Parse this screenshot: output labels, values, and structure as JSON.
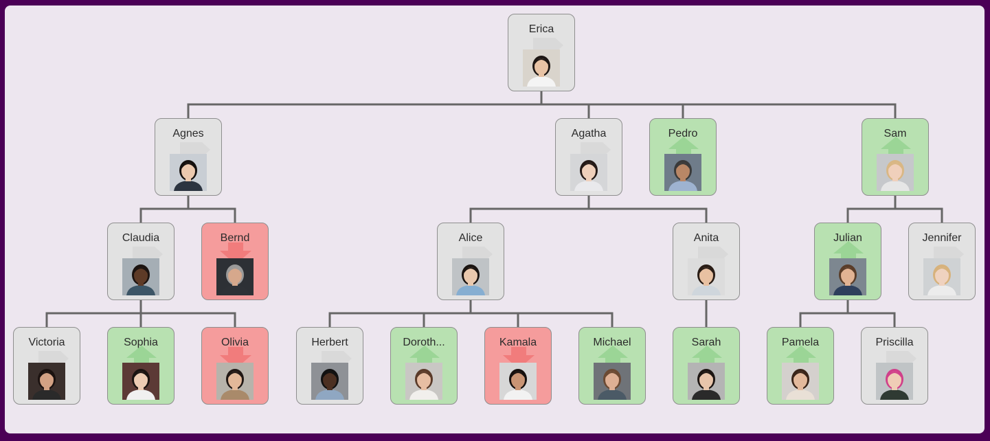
{
  "colors": {
    "neutral": "#e2e2e2",
    "up": "#b8e1b1",
    "down": "#f59c9c",
    "connector": "#666666"
  },
  "nodes": [
    {
      "id": "erica",
      "name": "Erica",
      "status": "neutral",
      "parent": null,
      "photo": {
        "bg": "#d9d4cc",
        "skin": "#e8c3a5",
        "hair": "#1e1714",
        "shirt": "#f4f4f4"
      }
    },
    {
      "id": "agnes",
      "name": "Agnes",
      "status": "neutral",
      "parent": "erica",
      "photo": {
        "bg": "#c9ced4",
        "skin": "#ecc9ae",
        "hair": "#15100e",
        "shirt": "#2c3440"
      }
    },
    {
      "id": "agatha",
      "name": "Agatha",
      "status": "neutral",
      "parent": "erica",
      "photo": {
        "bg": "#d5d6d8",
        "skin": "#efd0bb",
        "hair": "#241a17",
        "shirt": "#e9e9ec"
      }
    },
    {
      "id": "pedro",
      "name": "Pedro",
      "status": "up",
      "parent": "erica",
      "photo": {
        "bg": "#6f7c8a",
        "skin": "#b98766",
        "hair": "#3a3a3a",
        "shirt": "#9eb3d0"
      }
    },
    {
      "id": "sam",
      "name": "Sam",
      "status": "up",
      "parent": "erica",
      "photo": {
        "bg": "#c6c8cb",
        "skin": "#f0d0bb",
        "hair": "#d9b784",
        "shirt": "#e6e6e6"
      }
    },
    {
      "id": "claudia",
      "name": "Claudia",
      "status": "neutral",
      "parent": "agnes",
      "photo": {
        "bg": "#a5aeb5",
        "skin": "#5e3b27",
        "hair": "#1c1411",
        "shirt": "#3c5566"
      }
    },
    {
      "id": "bernd",
      "name": "Bernd",
      "status": "down",
      "parent": "agnes",
      "photo": {
        "bg": "#2d3035",
        "skin": "#d6a88c",
        "hair": "#9a9a9a",
        "shirt": "#2e3136"
      }
    },
    {
      "id": "alice",
      "name": "Alice",
      "status": "neutral",
      "parent": "agatha",
      "photo": {
        "bg": "#bfc3c6",
        "skin": "#eac9ae",
        "hair": "#1a1411",
        "shirt": "#86aed1"
      }
    },
    {
      "id": "anita",
      "name": "Anita",
      "status": "neutral",
      "parent": "agatha",
      "photo": {
        "bg": "#dcdcdc",
        "skin": "#e8c1a2",
        "hair": "#2a1d16",
        "shirt": "#cfd6dc"
      }
    },
    {
      "id": "julian",
      "name": "Julian",
      "status": "up",
      "parent": "sam",
      "photo": {
        "bg": "#7d8790",
        "skin": "#e2b393",
        "hair": "#5a3d29",
        "shirt": "#2e3f5c"
      }
    },
    {
      "id": "jennifer",
      "name": "Jennifer",
      "status": "neutral",
      "parent": "sam",
      "photo": {
        "bg": "#cfd2d4",
        "skin": "#efd2bf",
        "hair": "#d7b27c",
        "shirt": "#ececec"
      }
    },
    {
      "id": "victoria",
      "name": "Victoria",
      "status": "neutral",
      "parent": "claudia",
      "photo": {
        "bg": "#3a2f2c",
        "skin": "#d3a184",
        "hair": "#1b1210",
        "shirt": "#2a2a2a"
      }
    },
    {
      "id": "sophia",
      "name": "Sophia",
      "status": "up",
      "parent": "claudia",
      "photo": {
        "bg": "#5c3a36",
        "skin": "#eccbb3",
        "hair": "#1a1311",
        "shirt": "#f0f0f0"
      }
    },
    {
      "id": "olivia",
      "name": "Olivia",
      "status": "down",
      "parent": "claudia",
      "photo": {
        "bg": "#b7b3ab",
        "skin": "#e2b899",
        "hair": "#211815",
        "shirt": "#a98a6a"
      }
    },
    {
      "id": "herbert",
      "name": "Herbert",
      "status": "neutral",
      "parent": "alice",
      "photo": {
        "bg": "#8e9196",
        "skin": "#4c3022",
        "hair": "#111111",
        "shirt": "#8fa7c2"
      }
    },
    {
      "id": "dorothy",
      "name": "Doroth...",
      "status": "up",
      "parent": "alice",
      "photo": {
        "bg": "#c9c7c4",
        "skin": "#e7bea3",
        "hair": "#5a3b2a",
        "shirt": "#f1efec"
      }
    },
    {
      "id": "kamala",
      "name": "Kamala",
      "status": "down",
      "parent": "alice",
      "photo": {
        "bg": "#d7d7d7",
        "skin": "#c99474",
        "hair": "#17110f",
        "shirt": "#f2f2f2"
      }
    },
    {
      "id": "michael",
      "name": "Michael",
      "status": "up",
      "parent": "alice",
      "photo": {
        "bg": "#6f7378",
        "skin": "#deb094",
        "hair": "#6b4a33",
        "shirt": "#4b5a66"
      }
    },
    {
      "id": "sarah",
      "name": "Sarah",
      "status": "up",
      "parent": "anita",
      "photo": {
        "bg": "#b4b4b4",
        "skin": "#e8c5ab",
        "hair": "#1d1613",
        "shirt": "#2a2a2a"
      }
    },
    {
      "id": "pamela",
      "name": "Pamela",
      "status": "up",
      "parent": "julian",
      "photo": {
        "bg": "#d4d0cd",
        "skin": "#e3b99c",
        "hair": "#3a2519",
        "shirt": "#e9e0d6"
      }
    },
    {
      "id": "priscilla",
      "name": "Priscilla",
      "status": "neutral",
      "parent": "julian",
      "photo": {
        "bg": "#c0c4c6",
        "skin": "#efcdb6",
        "hair": "#d0408a",
        "shirt": "#2f3a33"
      }
    }
  ]
}
